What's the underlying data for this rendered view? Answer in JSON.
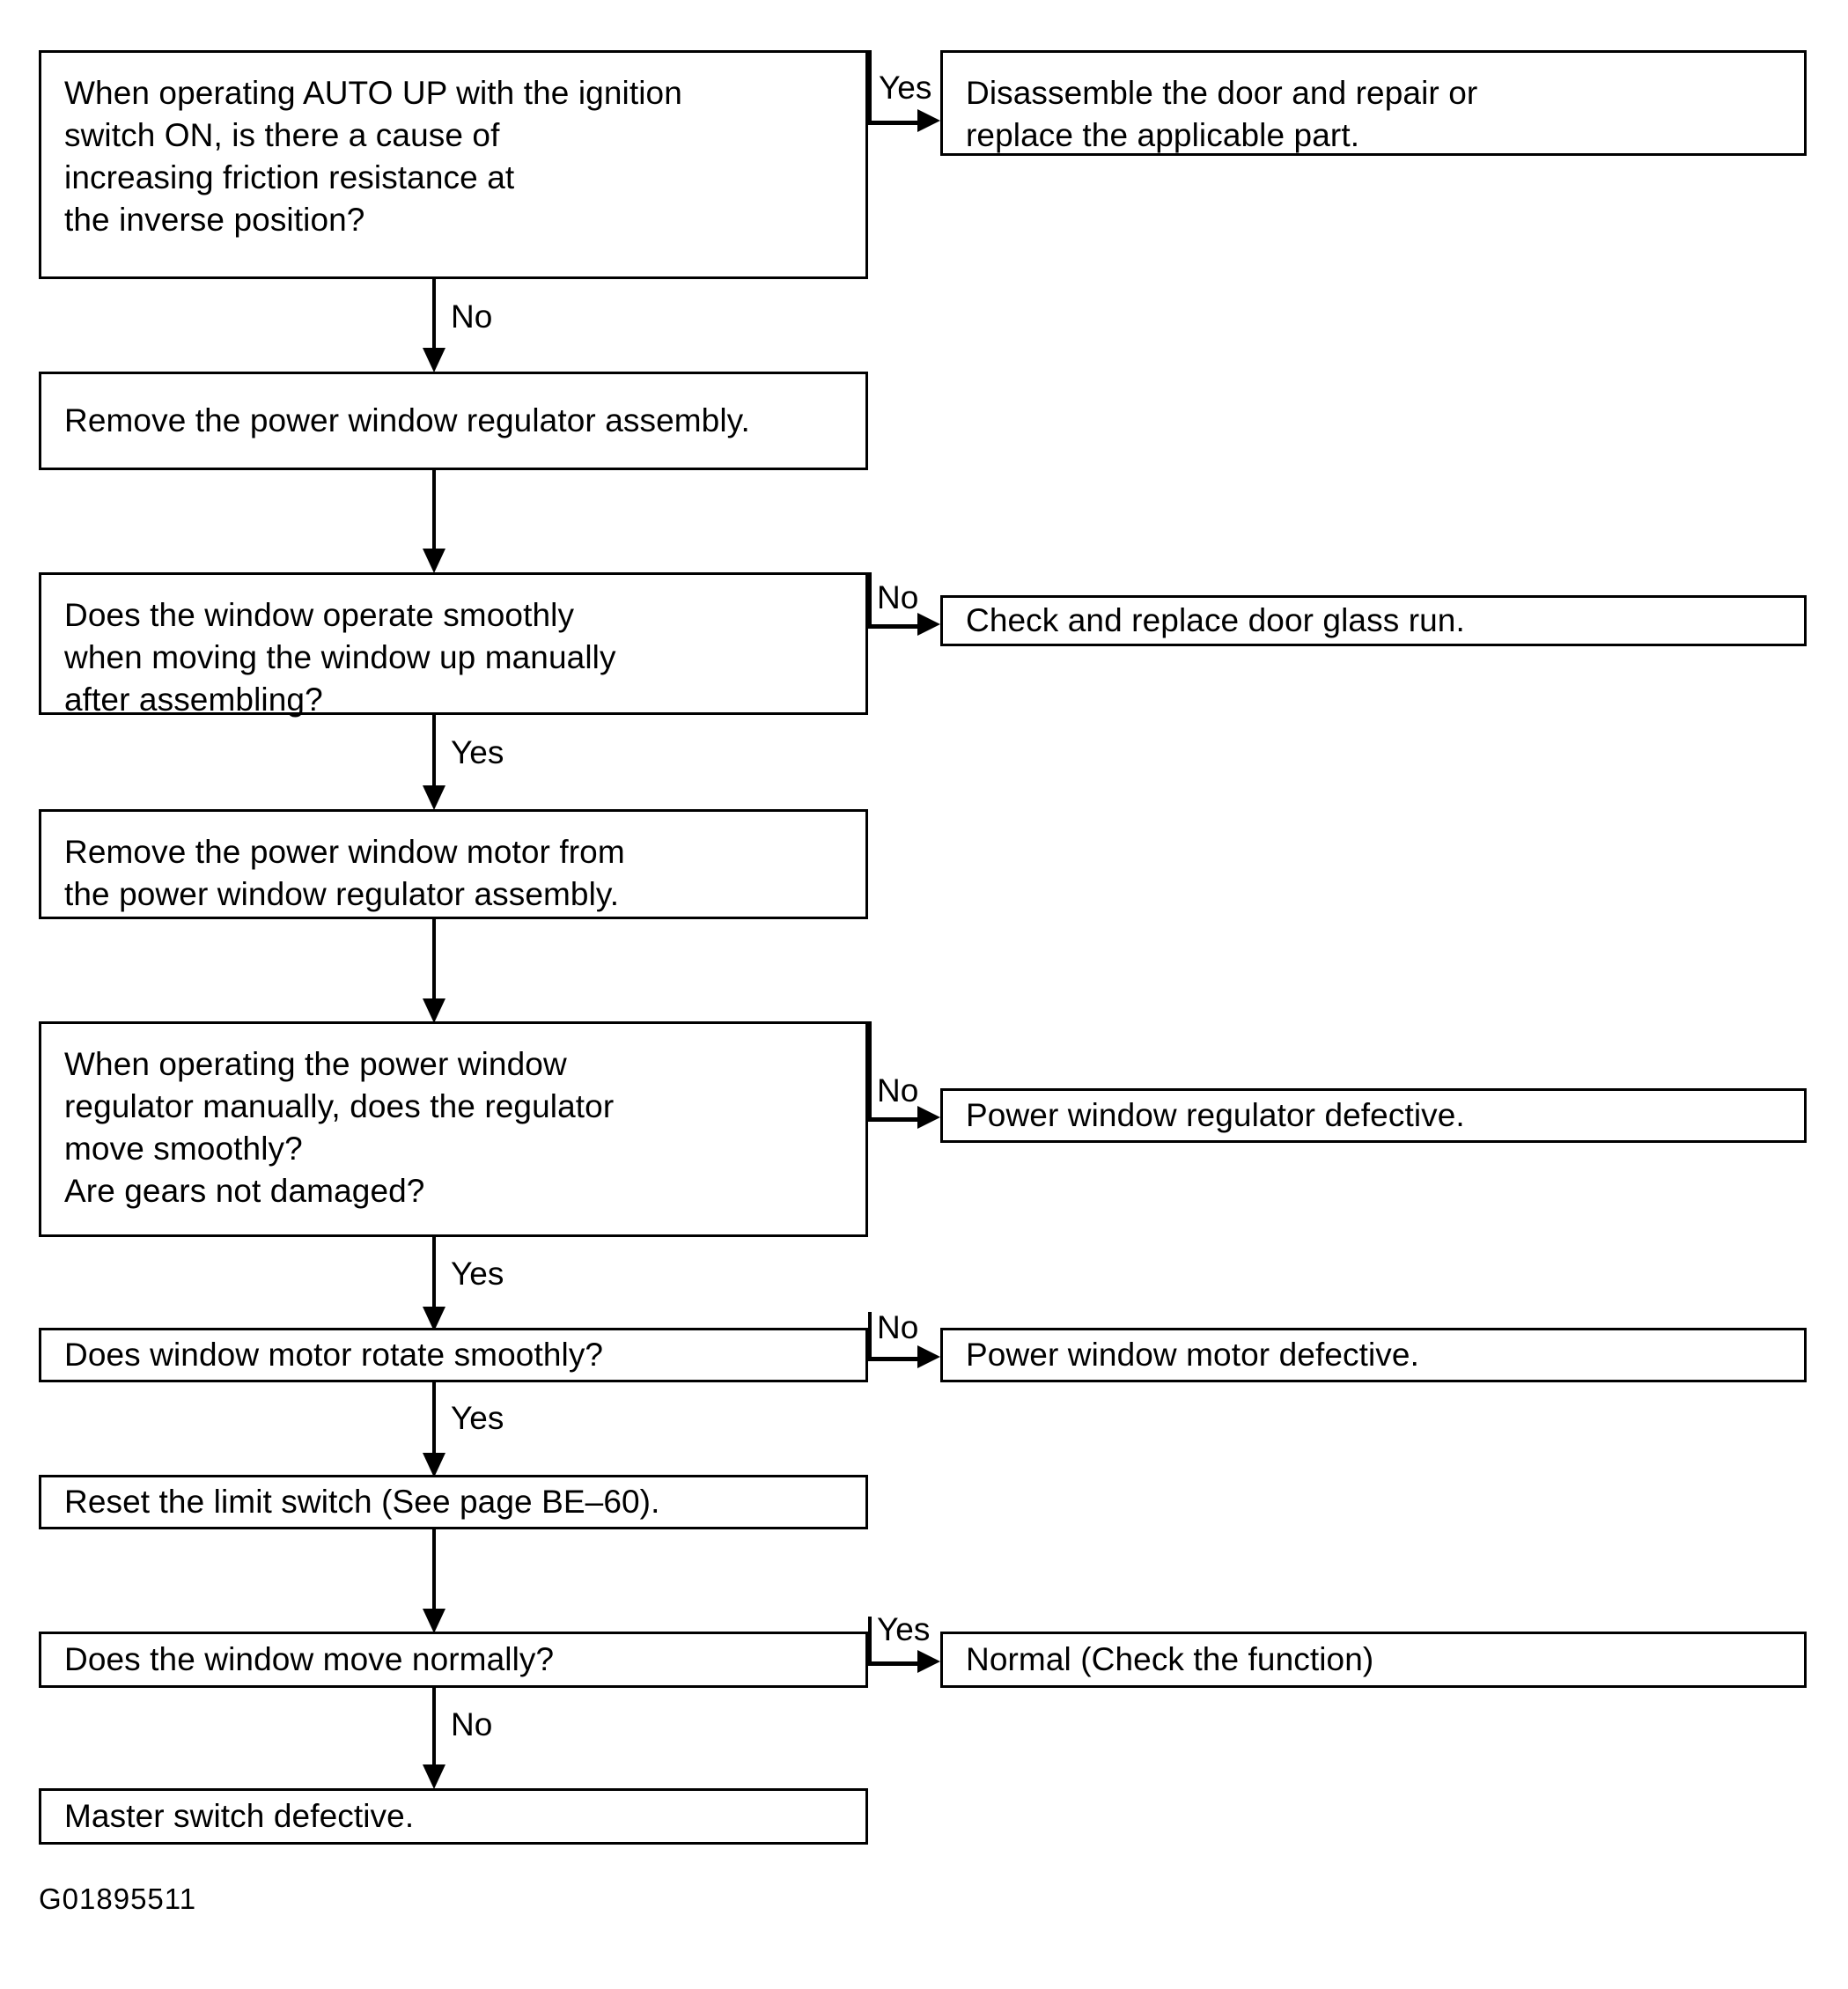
{
  "diagram": {
    "caption": "G01895511",
    "nodes": [
      {
        "id": "q-auto-up",
        "text": "When operating AUTO UP with the ignition\nswitch ON, is there a cause of\nincreasing friction resistance at\nthe inverse position?"
      },
      {
        "id": "a-disassemble-door",
        "text": "Disassemble the door and repair or\nreplace the applicable part."
      },
      {
        "id": "s-remove-regulator",
        "text": "Remove the power window regulator assembly."
      },
      {
        "id": "q-window-smooth",
        "text": "Does the window operate smoothly\nwhen moving the window up manually\nafter assembling?"
      },
      {
        "id": "a-check-glass-run",
        "text": "Check and replace door glass run."
      },
      {
        "id": "s-remove-motor",
        "text": "Remove the power window motor from\nthe power window regulator assembly."
      },
      {
        "id": "q-regulator-smooth",
        "text": "When operating the power window\nregulator manually, does the regulator\nmove smoothly?\nAre gears not damaged?"
      },
      {
        "id": "a-regulator-defective",
        "text": "Power window regulator defective."
      },
      {
        "id": "q-motor-rotate",
        "text": "Does window motor rotate smoothly?"
      },
      {
        "id": "a-motor-defective",
        "text": "Power window motor defective."
      },
      {
        "id": "s-reset-limit-switch",
        "text": "Reset the limit switch (See page BE–60)."
      },
      {
        "id": "q-window-normal",
        "text": "Does the window move normally?"
      },
      {
        "id": "a-normal",
        "text": "Normal (Check the function)"
      },
      {
        "id": "a-master-switch-defective",
        "text": "Master switch defective."
      }
    ],
    "edge_labels": {
      "auto_up_yes": "Yes",
      "auto_up_no": "No",
      "window_smooth_no": "No",
      "window_smooth_yes": "Yes",
      "regulator_smooth_no": "No",
      "regulator_smooth_yes": "Yes",
      "motor_rotate_no": "No",
      "motor_rotate_yes": "Yes",
      "window_normal_yes": "Yes",
      "window_normal_no": "No"
    }
  }
}
